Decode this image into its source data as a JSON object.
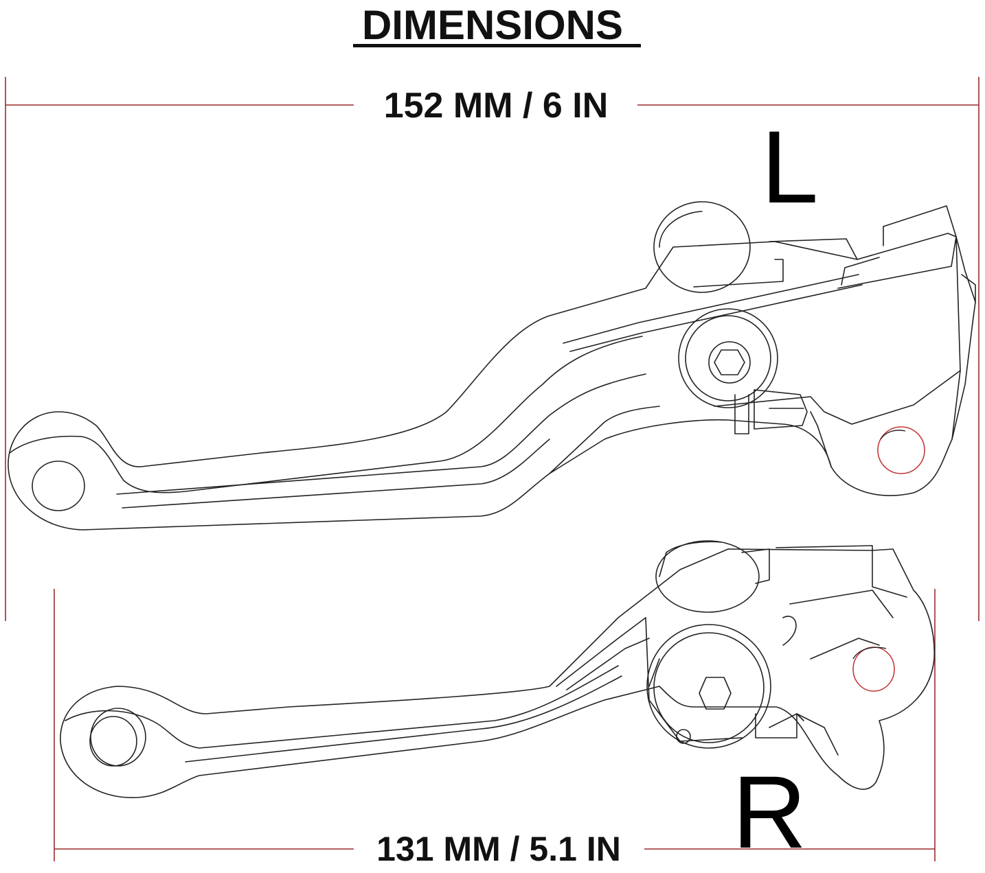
{
  "title": "DIMENSIONS",
  "dimensions": {
    "top_label": "152 MM / 6 IN",
    "bottom_label": "131 MM / 5.1 IN"
  },
  "levers": {
    "left_label": "L",
    "right_label": "R"
  },
  "colors": {
    "outline": "#222222",
    "dimension_line": "#9a2b2b",
    "mounting_hole": "#c23a3a",
    "text": "#111111"
  }
}
